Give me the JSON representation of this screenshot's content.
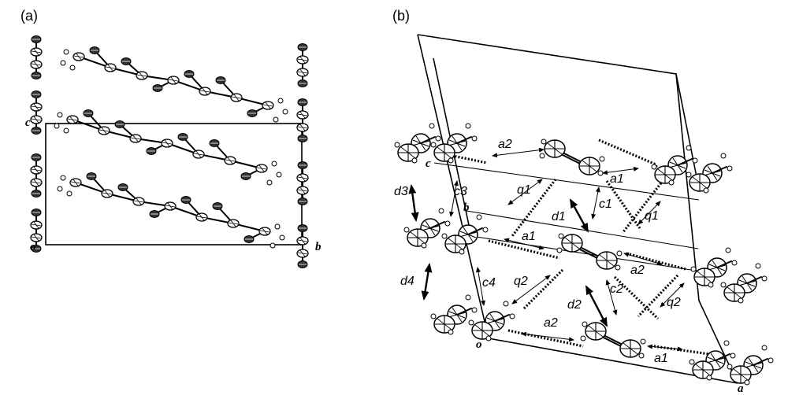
{
  "panels": [
    {
      "id": "a",
      "label": "(a)",
      "axes": {
        "origin": "o",
        "b": "b",
        "c": "c"
      }
    },
    {
      "id": "b",
      "label": "(b)",
      "axes": {
        "origin": "o",
        "a": "a",
        "b": "b",
        "c": "c"
      }
    }
  ],
  "contacts": {
    "a1": "a1",
    "a2": "a2",
    "c1": "c1",
    "c2": "c2",
    "c3": "c3",
    "c4": "c4",
    "d1": "d1",
    "d2": "d2",
    "d3": "d3",
    "d4": "d4",
    "q1": "q1",
    "q2": "q2"
  }
}
